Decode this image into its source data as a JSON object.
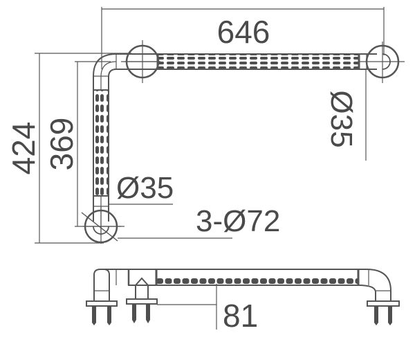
{
  "drawing": {
    "subject": "L-shaped grab bar",
    "colors": {
      "line": "#555555",
      "text": "#4a4a4a",
      "knurl": "#4f4f4f",
      "background": "#ffffff"
    },
    "top_view": {
      "dimensions": {
        "overall_width": "646",
        "overall_height": "424",
        "inner_height": "369",
        "tube_diameter_horizontal": "Ø35",
        "tube_diameter_vertical": "Ø35",
        "flange_diameter": "3-Ø72"
      }
    },
    "side_view": {
      "dimensions": {
        "projection": "81"
      }
    }
  }
}
